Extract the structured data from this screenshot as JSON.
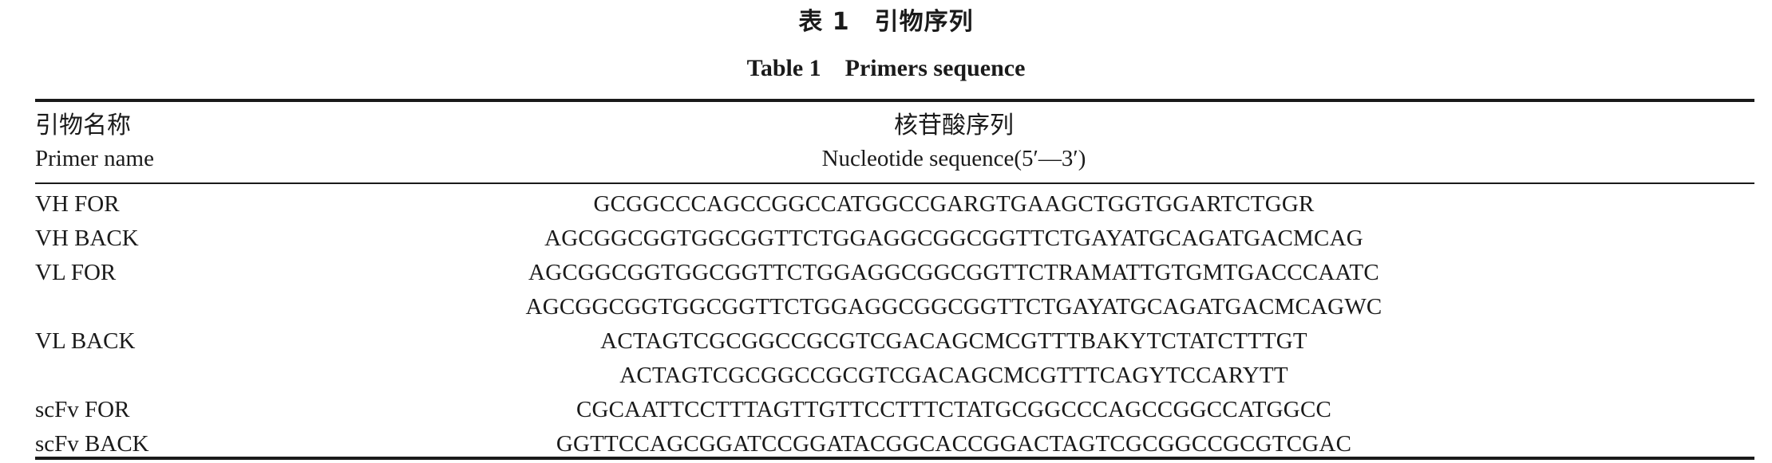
{
  "caption": {
    "cn": "表 1　引物序列",
    "en": "Table 1　Primers sequence"
  },
  "header": {
    "name_cn": "引物名称",
    "name_en": "Primer name",
    "seq_cn": "核苷酸序列",
    "seq_en": "Nucleotide sequence(5′—3′)"
  },
  "rows": [
    {
      "name": "VH FOR",
      "seq": "GCGGCCCAGCCGGCCATGGCCGARGTGAAGCTGGTGGARTCTGGR"
    },
    {
      "name": "VH BACK",
      "seq": "AGCGGCGGTGGCGGTTCTGGAGGCGGCGGTTCTGAYATGCAGATGACMCAG"
    },
    {
      "name": "VL FOR",
      "seq": "AGCGGCGGTGGCGGTTCTGGAGGCGGCGGTTCTRAMATTGTGMTGACCCAATC"
    },
    {
      "name": "",
      "seq": "AGCGGCGGTGGCGGTTCTGGAGGCGGCGGTTCTGAYATGCAGATGACMCAGWC"
    },
    {
      "name": "VL BACK",
      "seq": "ACTAGTCGCGGCCGCGTCGACAGCMCGTTTBAKYTCTATCTTTGT"
    },
    {
      "name": "",
      "seq": "ACTAGTCGCGGCCGCGTCGACAGCMCGTTTCAGYTCCARYTT"
    },
    {
      "name": "scFv FOR",
      "seq": "CGCAATTCCTTTAGTTGTTCCTTTCTATGCGGCCCAGCCGGCCATGGCC"
    },
    {
      "name": "scFv BACK",
      "seq": "GGTTCCAGCGGATCCGGATACGGCACCGGACTAGTCGCGGCCGCGTCGAC"
    }
  ]
}
